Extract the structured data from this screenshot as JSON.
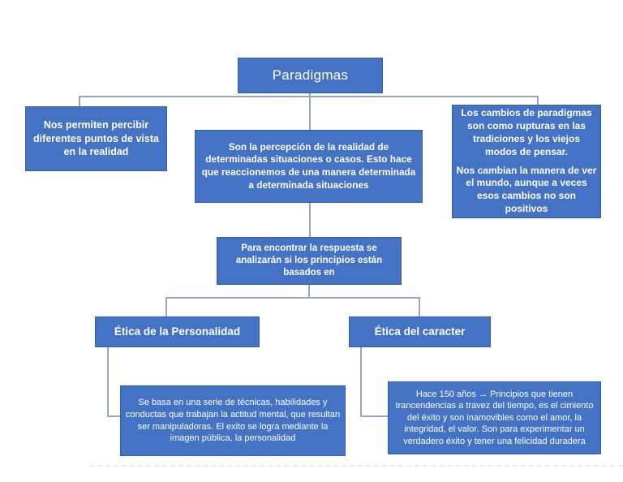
{
  "diagram": {
    "title": "Paradigmas",
    "colors": {
      "node_fill": "#4472C4",
      "node_border": "#3a5da9",
      "connector": "#93a7c7",
      "text": "#ffffff",
      "background": "#ffffff"
    },
    "nodes": {
      "root": {
        "label": "Paradigmas"
      },
      "perceive": {
        "label": "Nos permiten percibir diferentes puntos de vista en la realidad"
      },
      "perception": {
        "label": "Son la percepción de la realidad de determinadas situaciones o casos. Esto hace que reaccionemos de una manera determinada a determinada situaciones"
      },
      "changes": {
        "paragraphs": [
          "Los cambios de paradigmas son como rupturas en las tradiciones y los viejos modos de pensar.",
          "Nos cambian la manera de ver el mundo, aunque a veces esos cambios no son positivos"
        ]
      },
      "question": {
        "label": "Para encontrar la respuesta se analizarán si los principios están basados en"
      },
      "ethics_personality": {
        "label": "Ética de la Personalidad"
      },
      "ethics_character": {
        "label": "Ética del caracter"
      },
      "personality_desc": {
        "label": "Se basa en una serie de técnicas, habilidades y conductas que trabajan la actitud mental, que resultan ser manipuladoras. El exito se logra mediante la imagen pública, la personalidad"
      },
      "character_desc": {
        "label": "Hace 150 años → Principios que tienen trancendencias a travez del tiempo, es el cimiento del éxito y son inamovibles como el amor, la integridad, el valor. Son para experimentar un verdadero éxito y tener una felicidad duradera"
      }
    }
  }
}
